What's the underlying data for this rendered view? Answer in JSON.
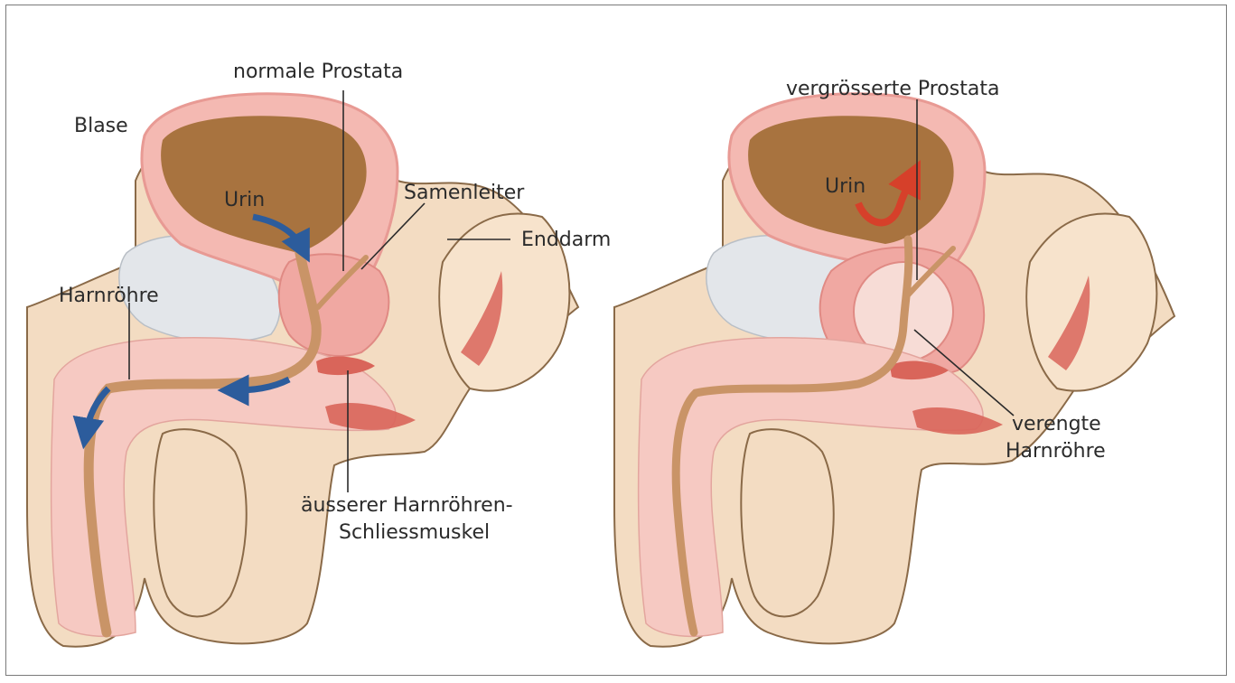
{
  "left_panel": {
    "blase": "Blase",
    "normale_prostata": "normale Prostata",
    "urin": "Urin",
    "samenleiter": "Samenleiter",
    "enddarm": "Enddarm",
    "harnroehre": "Harnröhre",
    "schliessmuskel_line1": "äusserer Harnröhren-",
    "schliessmuskel_line2": "Schliessmuskel"
  },
  "right_panel": {
    "vergroesserte_prostata": "vergrösserte Prostata",
    "urin": "Urin",
    "verengte_line1": "verengte",
    "verengte_line2": "Harnröhre"
  },
  "colors": {
    "skin": "#f3dcc2",
    "skin_edge": "#8a6a48",
    "tissue_pink": "#f4b9b2",
    "bladder_urine": "#a8733f",
    "urethra": "#c99467",
    "bone_grey": "#e3e6ea",
    "muscle_red": "#d9655a",
    "flow_arrow_blue": "#2c5c9c",
    "flow_arrow_red": "#d6402a"
  }
}
